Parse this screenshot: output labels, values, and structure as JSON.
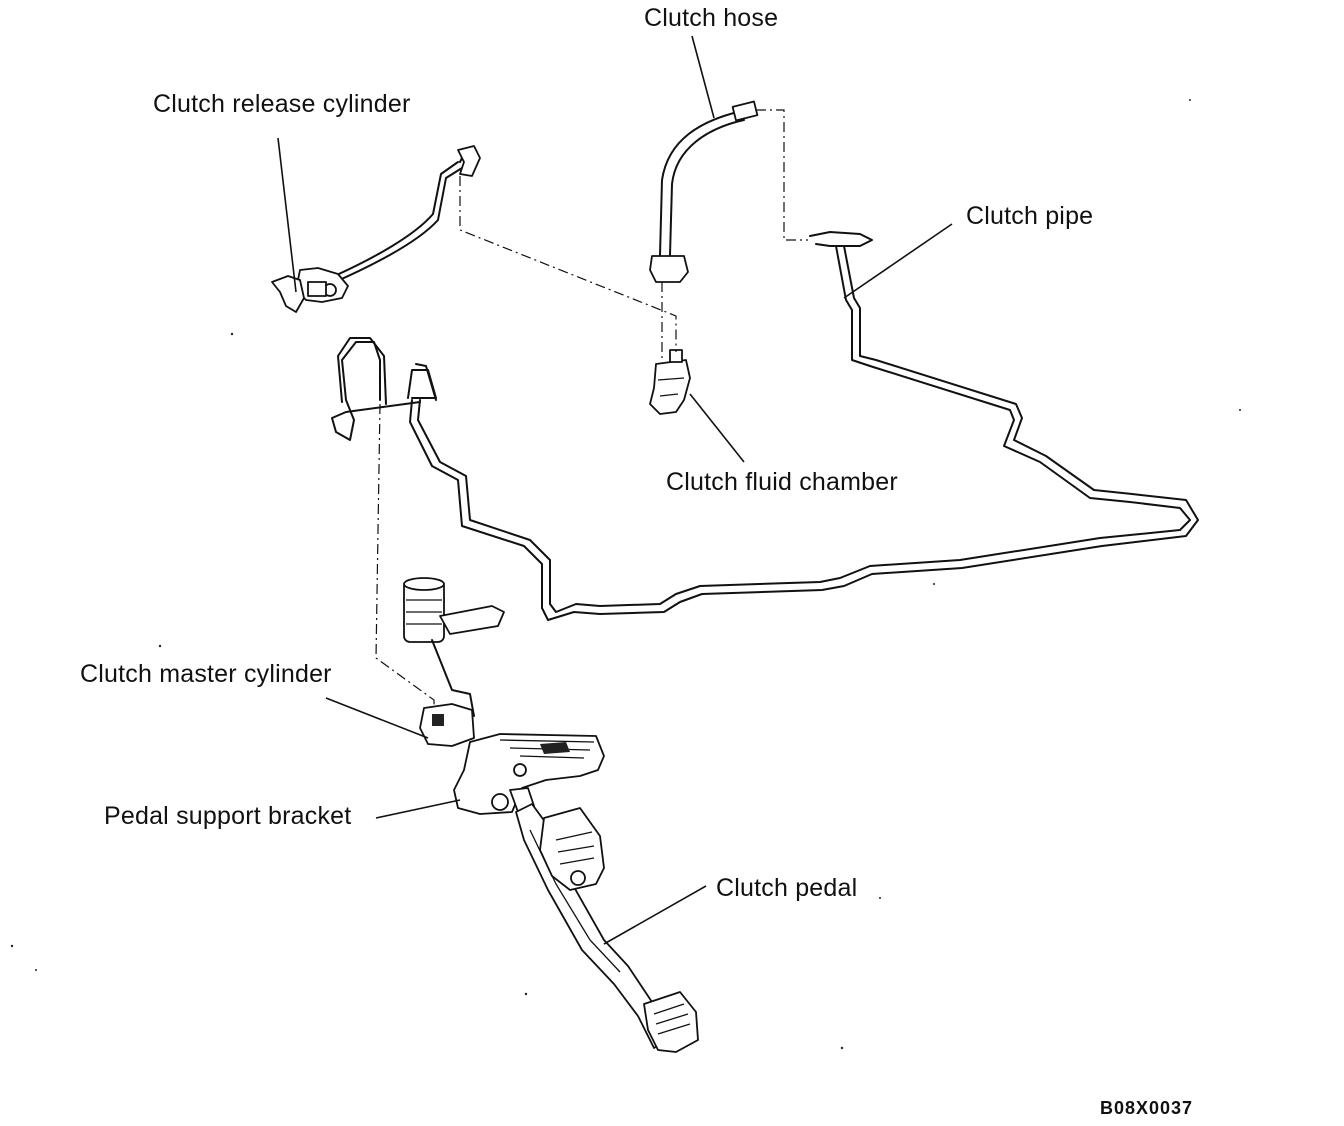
{
  "diagram": {
    "figure_code": "B08X0037",
    "labels": {
      "clutch_hose": "Clutch hose",
      "clutch_release_cylinder": "Clutch release cylinder",
      "clutch_pipe": "Clutch pipe",
      "clutch_fluid_chamber": "Clutch fluid chamber",
      "clutch_master_cylinder": "Clutch master cylinder",
      "pedal_support_bracket": "Pedal support bracket",
      "clutch_pedal": "Clutch pedal"
    }
  }
}
